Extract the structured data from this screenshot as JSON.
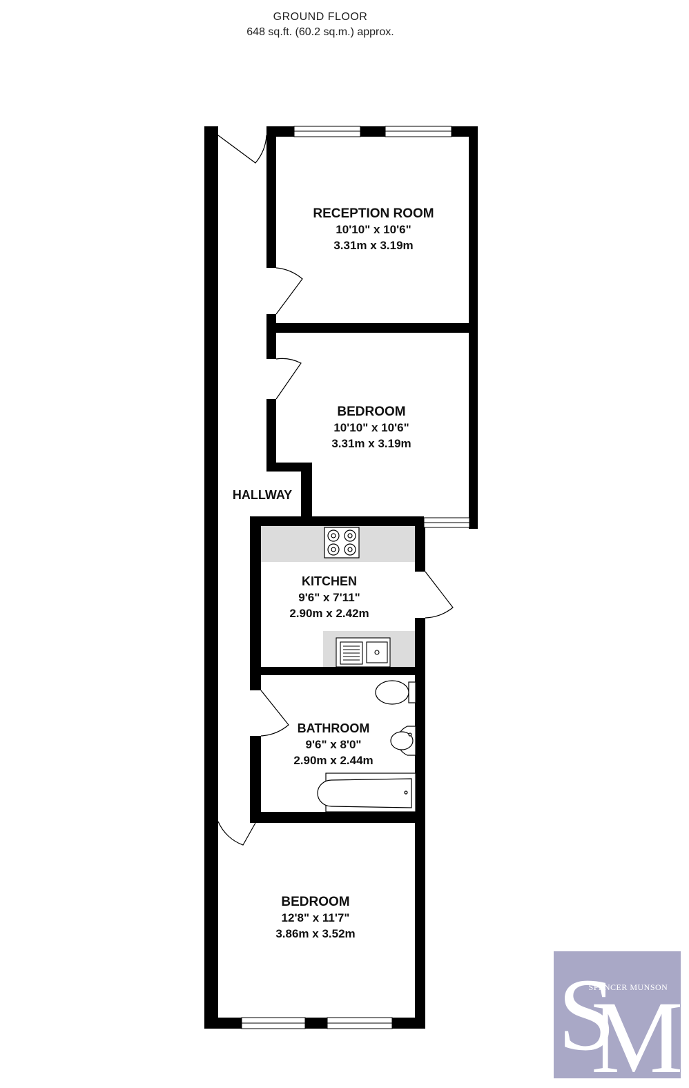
{
  "header": {
    "floor_title": "GROUND FLOOR",
    "floor_area": "648 sq.ft. (60.2 sq.m.) approx."
  },
  "rooms": {
    "reception": {
      "name": "RECEPTION ROOM",
      "imperial": "10'10\"  x 10'6\"",
      "metric": "3.31m  x 3.19m"
    },
    "bedroom1": {
      "name": "BEDROOM",
      "imperial": "10'10\"  x 10'6\"",
      "metric": "3.31m  x 3.19m"
    },
    "hallway": {
      "name": "HALLWAY"
    },
    "kitchen": {
      "name": "KITCHEN",
      "imperial": "9'6\"  x 7'11\"",
      "metric": "2.90m  x 2.42m"
    },
    "bathroom": {
      "name": "BATHROOM",
      "imperial": "9'6\"  x 8'0\"",
      "metric": "2.90m  x 2.44m"
    },
    "bedroom2": {
      "name": "BEDROOM",
      "imperial": "12'8\"  x 11'7\"",
      "metric": "3.86m  x 3.52m"
    }
  },
  "logo": {
    "text": "SPENCER MUNSON",
    "monogram_s": "S",
    "monogram_m": "M",
    "background": "#a9a8c6"
  },
  "colors": {
    "wall": "#000000",
    "counter": "#dcdcdc"
  }
}
